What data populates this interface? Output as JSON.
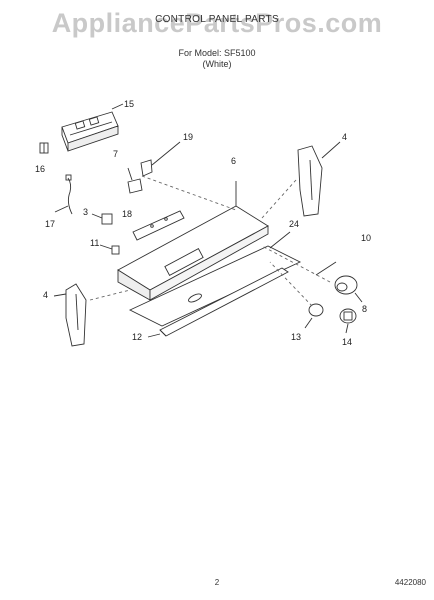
{
  "watermark": "AppliancePartsPros.com",
  "header": {
    "title": "CONTROL PANEL PARTS",
    "model_line": "For Model: SF5100",
    "variant": "(White)"
  },
  "callouts": {
    "c15": "15",
    "c16": "16",
    "c7": "7",
    "c19": "19",
    "c6": "6",
    "c4a": "4",
    "c17": "17",
    "c3": "3",
    "c18": "18",
    "c11": "11",
    "c24": "24",
    "c10": "10",
    "c4b": "4",
    "c8": "8",
    "c13": "13",
    "c14": "14",
    "c12": "12"
  },
  "footer": {
    "page": "2",
    "doc_number": "4422080"
  }
}
